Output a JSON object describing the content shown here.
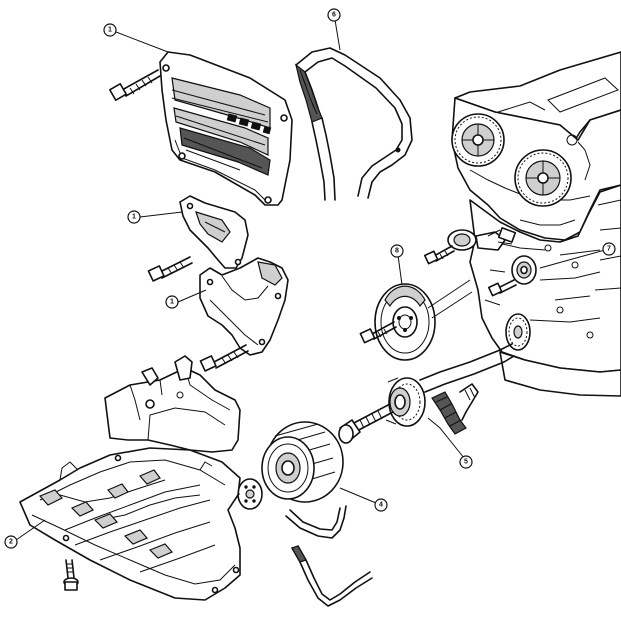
{
  "callouts": {
    "timing_cover_upper": "1",
    "timing_cover_middle": "1",
    "timing_cover_lower": "1",
    "belt_cover_top": "6",
    "idler_pulley": "7",
    "tensioner_pulley": "8",
    "crank_sprocket": "5",
    "crank_pulley": "4",
    "splash_shield": "2"
  }
}
